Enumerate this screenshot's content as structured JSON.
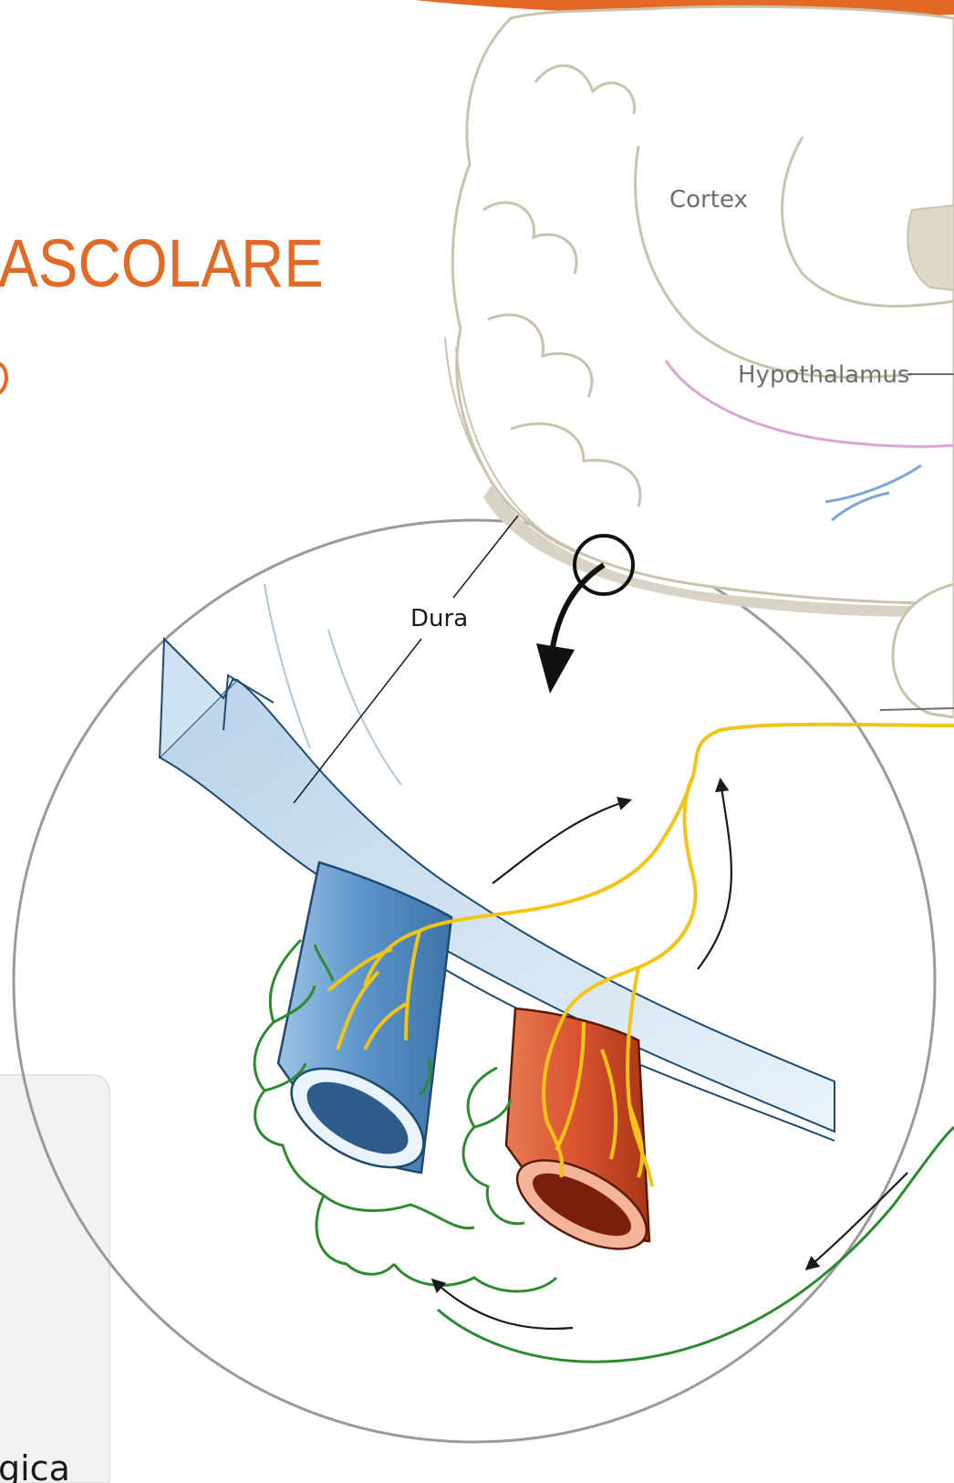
{
  "header": {
    "title": "ASCOLARE",
    "subtitle_fragment": "",
    "caption_fragment": "gica"
  },
  "labels": {
    "cortex": "Cortex",
    "hypothalamus": "Hypothalamus",
    "dura": "Dura"
  },
  "colors": {
    "accent": "#e26a25",
    "brain_outline": "#c9c2ac",
    "dura": "#cfe2f1",
    "vein": "#6fa4d4",
    "artery": "#d9522e",
    "nerve": "#f2c418",
    "lymph": "#2f8a2f"
  }
}
